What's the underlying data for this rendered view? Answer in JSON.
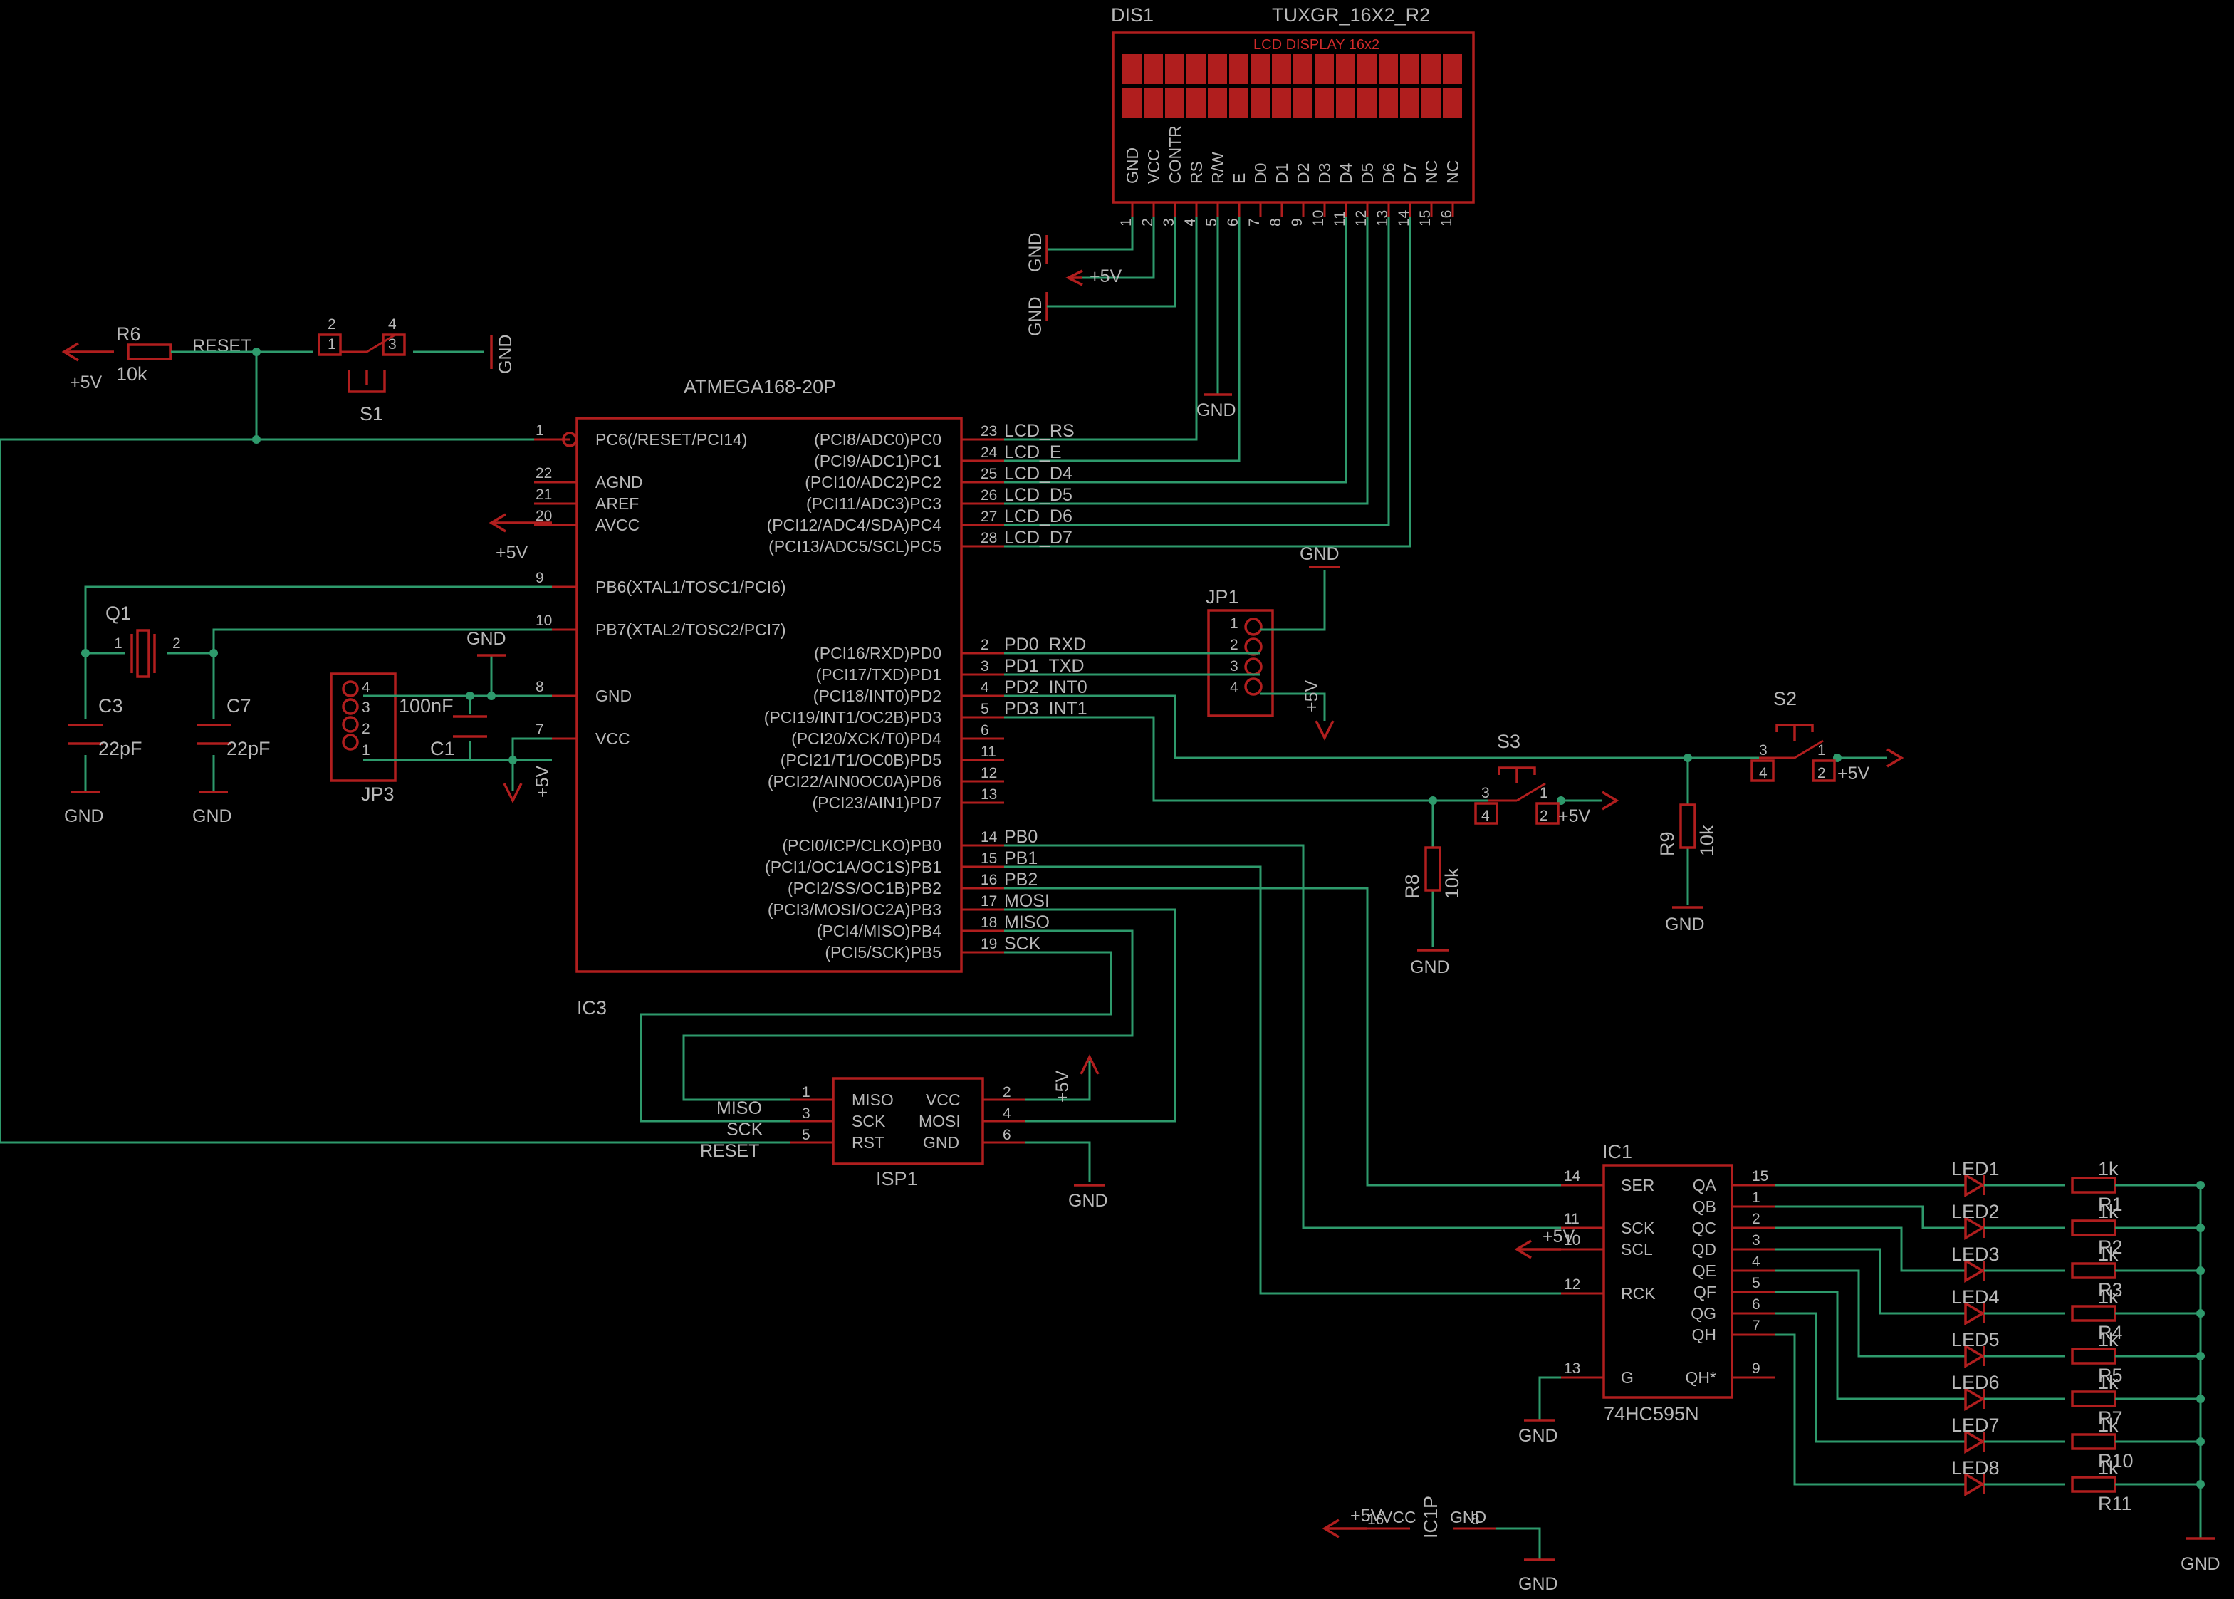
{
  "display": {
    "ref": "DIS1",
    "value": "TUXGR_16X2_R2",
    "banner": "LCD DISPLAY 16x2",
    "pin_names": [
      "GND",
      "VCC",
      "CONTR",
      "RS",
      "R/W",
      "E",
      "D0",
      "D1",
      "D2",
      "D3",
      "D4",
      "D5",
      "D6",
      "D7",
      "NC",
      "NC"
    ],
    "pin_numbers": [
      "1",
      "2",
      "3",
      "4",
      "5",
      "6",
      "7",
      "8",
      "9",
      "10",
      "11",
      "12",
      "13",
      "14",
      "15",
      "16"
    ]
  },
  "mcu": {
    "value": "ATMEGA168-20P",
    "ref": "IC3",
    "left_pins": [
      {
        "num": "1",
        "name": "PC6(/RESET/PCI14)"
      },
      {
        "num": "22",
        "name": "AGND"
      },
      {
        "num": "21",
        "name": "AREF"
      },
      {
        "num": "20",
        "name": "AVCC"
      },
      {
        "num": "9",
        "name": "PB6(XTAL1/TOSC1/PCI6)"
      },
      {
        "num": "10",
        "name": "PB7(XTAL2/TOSC2/PCI7)"
      },
      {
        "num": "8",
        "name": "GND"
      },
      {
        "num": "7",
        "name": "VCC"
      }
    ],
    "right_pins": [
      {
        "num": "23",
        "name": "(PCI8/ADC0)PC0",
        "net": "LCD_RS"
      },
      {
        "num": "24",
        "name": "(PCI9/ADC1)PC1",
        "net": "LCD_E"
      },
      {
        "num": "25",
        "name": "(PCI10/ADC2)PC2",
        "net": "LCD_D4"
      },
      {
        "num": "26",
        "name": "(PCI11/ADC3)PC3",
        "net": "LCD_D5"
      },
      {
        "num": "27",
        "name": "(PCI12/ADC4/SDA)PC4",
        "net": "LCD_D6"
      },
      {
        "num": "28",
        "name": "(PCI13/ADC5/SCL)PC5",
        "net": "LCD_D7"
      },
      {
        "num": "2",
        "name": "(PCI16/RXD)PD0",
        "net": "PD0_RXD"
      },
      {
        "num": "3",
        "name": "(PCI17/TXD)PD1",
        "net": "PD1_TXD"
      },
      {
        "num": "4",
        "name": "(PCI18/INT0)PD2",
        "net": "PD2_INT0"
      },
      {
        "num": "5",
        "name": "(PCI19/INT1/OC2B)PD3",
        "net": "PD3_INT1"
      },
      {
        "num": "6",
        "name": "(PCI20/XCK/T0)PD4",
        "net": ""
      },
      {
        "num": "11",
        "name": "(PCI21/T1/OC0B)PD5",
        "net": ""
      },
      {
        "num": "12",
        "name": "(PCI22/AIN0OC0A)PD6",
        "net": ""
      },
      {
        "num": "13",
        "name": "(PCI23/AIN1)PD7",
        "net": ""
      },
      {
        "num": "14",
        "name": "(PCI0/ICP/CLKO)PB0",
        "net": "PB0"
      },
      {
        "num": "15",
        "name": "(PCI1/OC1A/OC1S)PB1",
        "net": "PB1"
      },
      {
        "num": "16",
        "name": "(PCI2/SS/OC1B)PB2",
        "net": "PB2"
      },
      {
        "num": "17",
        "name": "(PCI3/MOSI/OC2A)PB3",
        "net": "MOSI"
      },
      {
        "num": "18",
        "name": "(PCI4/MISO)PB4",
        "net": "MISO"
      },
      {
        "num": "19",
        "name": "(PCI5/SCK)PB5",
        "net": "SCK"
      }
    ]
  },
  "power": {
    "vcc": "+5V",
    "gnd": "GND"
  },
  "net_reset": "RESET",
  "r6": {
    "ref": "R6",
    "value": "10k"
  },
  "s1": {
    "ref": "S1",
    "pins": [
      "2",
      "1",
      "4",
      "3"
    ]
  },
  "s2": {
    "ref": "S2",
    "pins": [
      "3",
      "4",
      "1",
      "2"
    ]
  },
  "s3": {
    "ref": "S3",
    "pins": [
      "3",
      "4",
      "1",
      "2"
    ]
  },
  "q1": {
    "ref": "Q1",
    "pins": [
      "1",
      "2"
    ]
  },
  "c3": {
    "ref": "C3",
    "value": "22pF"
  },
  "c7": {
    "ref": "C7",
    "value": "22pF"
  },
  "c1": {
    "ref": "C1",
    "value": "100nF"
  },
  "jp3": {
    "ref": "JP3",
    "pins": [
      "4",
      "3",
      "2",
      "1"
    ]
  },
  "jp1": {
    "ref": "JP1",
    "pins": [
      "1",
      "2",
      "3",
      "4"
    ]
  },
  "r8": {
    "ref": "R8",
    "value": "10k"
  },
  "r9": {
    "ref": "R9",
    "value": "10k"
  },
  "isp": {
    "ref": "ISP1",
    "inner_left": [
      "MISO",
      "SCK",
      "RST"
    ],
    "inner_right": [
      "VCC",
      "MOSI",
      "GND"
    ],
    "left_nums": [
      "1",
      "3",
      "5"
    ],
    "right_nums": [
      "2",
      "4",
      "6"
    ],
    "nets": [
      "MISO",
      "SCK",
      "RESET"
    ]
  },
  "shift": {
    "ref": "IC1",
    "value": "74HC595N",
    "left_pins": [
      {
        "num": "14",
        "name": "SER"
      },
      {
        "num": "11",
        "name": "SCK"
      },
      {
        "num": "10",
        "name": "SCL"
      },
      {
        "num": "12",
        "name": "RCK"
      },
      {
        "num": "13",
        "name": "G"
      }
    ],
    "right_names": [
      "QA",
      "QB",
      "QC",
      "QD",
      "QE",
      "QF",
      "QG",
      "QH",
      "QH*"
    ],
    "right_nums": [
      "15",
      "1",
      "2",
      "3",
      "4",
      "5",
      "6",
      "7",
      "9"
    ]
  },
  "leds": [
    "LED1",
    "LED2",
    "LED3",
    "LED4",
    "LED5",
    "LED6",
    "LED7",
    "LED8"
  ],
  "resistor_bank": {
    "values": [
      "1k",
      "1k",
      "1k",
      "1k",
      "1k",
      "1k",
      "1k",
      "1k"
    ],
    "refs": [
      "R1",
      "R2",
      "R3",
      "R4",
      "R5",
      "R7",
      "R10",
      "R11"
    ]
  },
  "ic1p": {
    "ref": "IC1P",
    "vcc": "VCC",
    "gnd": "GND",
    "vcc_num": "16",
    "gnd_num": "8"
  }
}
